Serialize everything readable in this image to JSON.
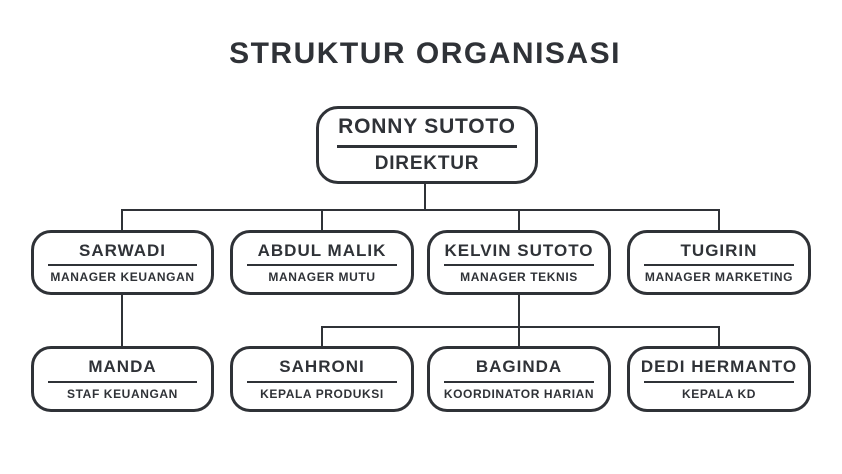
{
  "title": "STRUKTUR ORGANISASI",
  "colors": {
    "ink": "#2f3237",
    "background": "#ffffff"
  },
  "nodes": {
    "direktur": {
      "name": "RONNY SUTOTO",
      "role": "DIREKTUR",
      "reports_to": null
    },
    "manager_keuangan": {
      "name": "SARWADI",
      "role": "MANAGER KEUANGAN",
      "reports_to": "direktur"
    },
    "manager_mutu": {
      "name": "ABDUL MALIK",
      "role": "MANAGER MUTU",
      "reports_to": "direktur"
    },
    "manager_teknis": {
      "name": "KELVIN SUTOTO",
      "role": "MANAGER TEKNIS",
      "reports_to": "direktur"
    },
    "manager_marketing": {
      "name": "TUGIRIN",
      "role": "MANAGER MARKETING",
      "reports_to": "direktur"
    },
    "staf_keuangan": {
      "name": "MANDA",
      "role": "STAF KEUANGAN",
      "reports_to": "manager_keuangan"
    },
    "kepala_produksi": {
      "name": "SAHRONI",
      "role": "KEPALA PRODUKSI",
      "reports_to": "manager_teknis"
    },
    "koordinator_harian": {
      "name": "BAGINDA",
      "role": "KOORDINATOR HARIAN",
      "reports_to": "manager_teknis"
    },
    "kepala_kd": {
      "name": "DEDI HERMANTO",
      "role": "KEPALA KD",
      "reports_to": "manager_teknis"
    }
  }
}
